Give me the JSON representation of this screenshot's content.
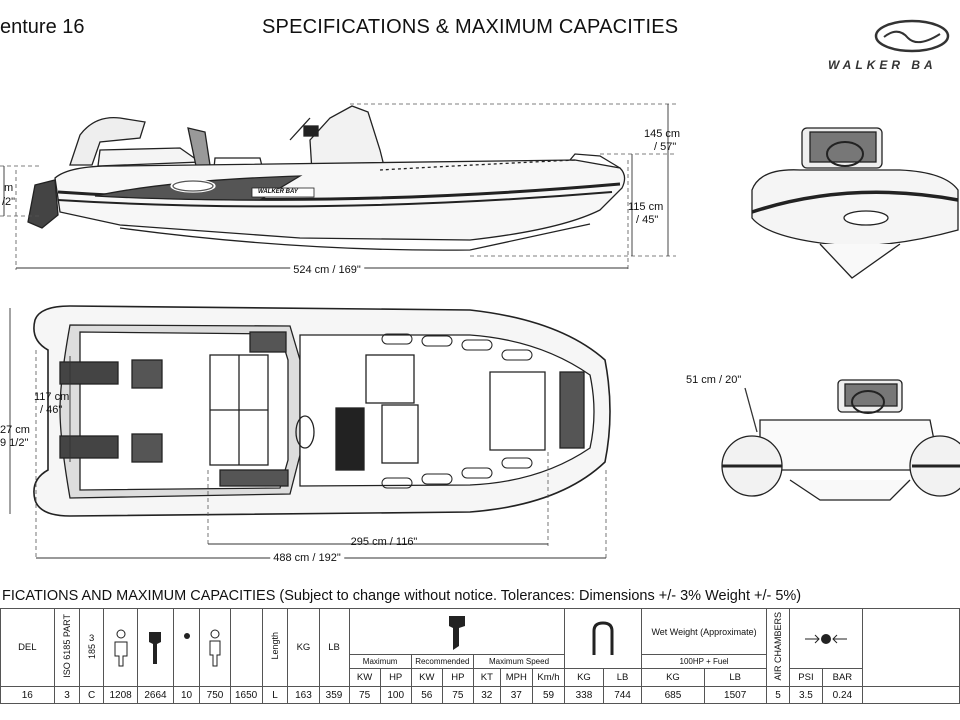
{
  "header": {
    "model": "enture 16",
    "title": "SPECIFICATIONS & MAXIMUM CAPACITIES",
    "brand": "WALKER BA"
  },
  "side_view": {
    "boat_label": "WALKER BAY",
    "height_total": "145 cm\n/ 57\"",
    "height_total_cm": "145 cm",
    "height_total_in": "/ 57\"",
    "height_hull_cm": "115 cm",
    "height_hull_in": "/ 45\"",
    "left_cm": "m",
    "left_in": "/2\"",
    "length": "524 cm / 169\""
  },
  "top_view": {
    "beam_inner_cm": "117 cm",
    "beam_inner_in": "/ 46\"",
    "beam_outer_cm": "27 cm",
    "beam_outer_in": "9 1/2\"",
    "inner_length": "295 cm / 116\"",
    "hull_length": "488 cm / 192\""
  },
  "rear_view": {
    "tube_diameter": "51 cm / 20\""
  },
  "spec_table": {
    "caption": "FICATIONS AND MAXIMUM CAPACITIES (Subject to change without notice. Tolerances: Dimensions +/- 3% Weight +/- 5%)",
    "headers": {
      "model": "DEL",
      "iso": "ISO 6185 PART",
      "cat": "185",
      "length": "Length",
      "kg": "KG",
      "lb": "LB",
      "maximum": "Maximum",
      "recommended": "Recommended",
      "max_speed": "Maximum Speed",
      "kw": "KW",
      "hp": "HP",
      "kw2": "KW",
      "hp2": "HP",
      "kt": "KT",
      "mph": "MPH",
      "kmh": "Km/h",
      "kg2": "KG",
      "lb2": "LB",
      "wet_weight": "Wet Weight (Approximate)",
      "engine_note": "100HP\n+ Fuel",
      "engine_note_1": "100HP",
      "engine_note_2": "+ Fuel",
      "kg3": "KG",
      "lb3": "LB",
      "air_chambers": "AIR CHAMBERS",
      "psi": "PSI",
      "bar": "BAR",
      "c3": "3"
    },
    "row": {
      "model": "16",
      "iso": "3",
      "cat": "C",
      "kg_a": "1208",
      "lb_a": "2664",
      "persons": "10",
      "kg_b": "750",
      "lb_b": "1650",
      "length": "L",
      "kg": "163",
      "lb": "359",
      "max_kw": "75",
      "max_hp": "100",
      "rec_kw": "56",
      "rec_hp": "75",
      "kt": "32",
      "mph": "37",
      "kmh": "59",
      "kg2": "338",
      "lb2": "744",
      "wet_kg": "685",
      "wet_lb": "1507",
      "air_chambers": "5",
      "psi": "3.5",
      "bar": "0.24"
    }
  }
}
